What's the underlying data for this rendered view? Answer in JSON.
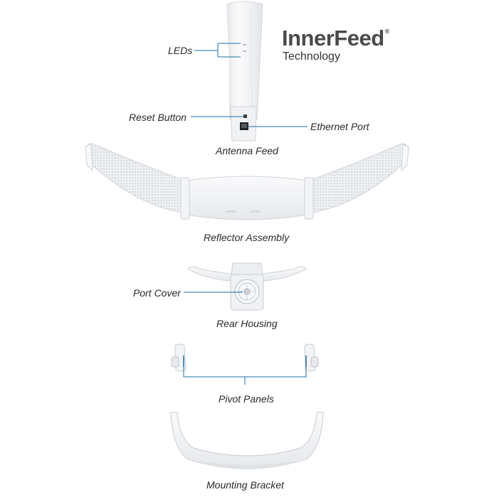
{
  "brand": {
    "name": "InnerFeed",
    "registered_mark": "®",
    "subtitle": "Technology"
  },
  "labels": {
    "leds": "LEDs",
    "reset_button": "Reset Button",
    "ethernet_port": "Ethernet Port",
    "antenna_feed": "Antenna Feed",
    "reflector_assembly": "Reflector Assembly",
    "port_cover": "Port Cover",
    "rear_housing": "Rear Housing",
    "pivot_panels": "Pivot Panels",
    "mounting_bracket": "Mounting Bracket"
  },
  "colors": {
    "leader_line": "#1a6fa8",
    "part_body": "#f4f5f6",
    "part_outline": "#d2d5d9",
    "text": "#2a2a2a"
  }
}
